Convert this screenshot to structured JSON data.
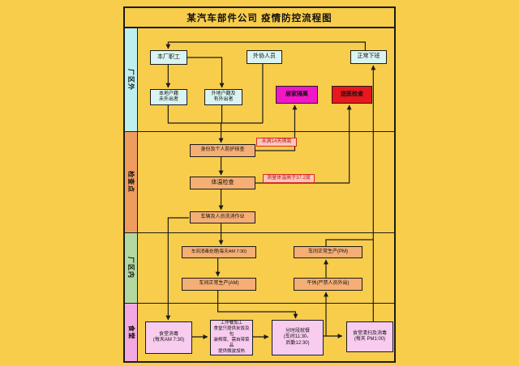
{
  "title": "某汽车部件公司 疫情防控流程图",
  "lanes": [
    {
      "id": "outside",
      "label": "厂区外",
      "color": "#BEEFEF"
    },
    {
      "id": "checkpoint",
      "label": "检查点",
      "color": "#EE9D5E"
    },
    {
      "id": "inside",
      "label": "厂区内",
      "color": "#B3D9A0"
    },
    {
      "id": "canteen",
      "label": "食堂",
      "color": "#F2A8E0"
    }
  ],
  "nodes": {
    "factory_staff": "本厂职工",
    "partner_staff": "外协人员",
    "normal_off_duty": "正常下班",
    "local_no_travel": "本地户籍\n未外出者",
    "nonlocal_travel": "外地户籍及\n有外出者",
    "home_quarantine": "居家隔离",
    "hospital_check": "送医检查",
    "identity_ppe_check": "身份及个人防护核查",
    "temperature_check": "体温检查",
    "vehicle_person_disinfect": "车辆及人员洗消作业",
    "workshop_disinfect": "车间消毒处理(每天AM 7:30)",
    "workshop_production_am": "车间正常生产(AM)",
    "workshop_production_pm": "车间正常生产(PM)",
    "lunch_break": "午休(严禁人员外出)",
    "canteen_disinfect": "食堂消毒\n(每天AM 7:30)",
    "meal_preparation": "工作餐加工\n食堂只提供米饭及包\n装榨菜、需自带菜品\n提供微波加热",
    "staggered_dining": "分时段就餐\n(车间11:30、\n后勤12:30)",
    "canteen_cleanup": "食堂清扫及消毒\n(每天 PM1:00)"
  },
  "edge_labels": {
    "under_14_days": "未满14天隔离",
    "fever": "测量体温高于37.2度"
  },
  "colors": {
    "background": "#F8CD4B",
    "line": "#1b1b1b",
    "box_cyan": "#D9F4F2",
    "box_salmon": "#F5AE74",
    "box_pink": "#F8CCEF",
    "alert_magenta": "#F316C9",
    "alert_red": "#E9171E",
    "warn_label_bg": "#FBC6BE",
    "warn_label_text": "#C01818"
  }
}
